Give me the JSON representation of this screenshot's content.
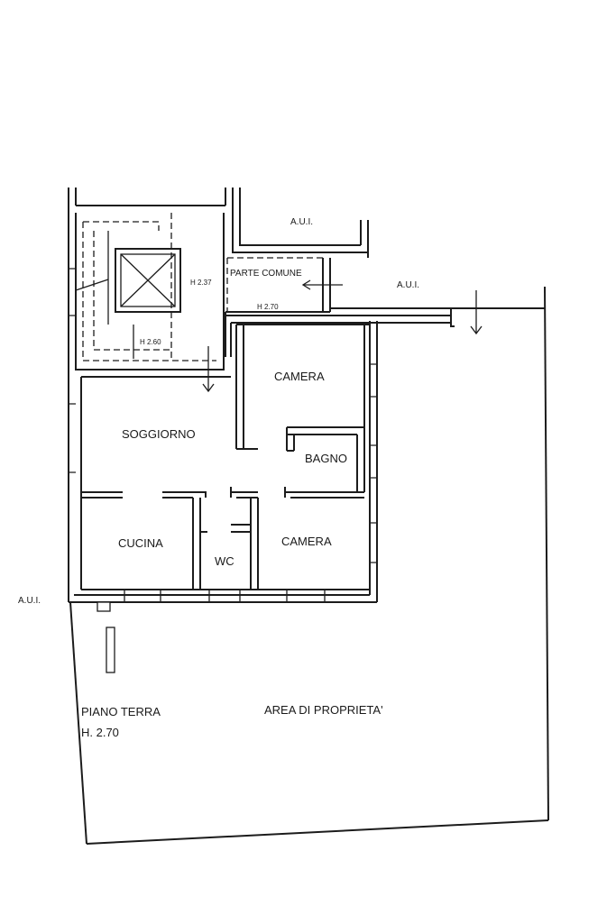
{
  "labels": {
    "aui_top": "A.U.I.",
    "aui_right": "A.U.I.",
    "aui_left": "A.U.I.",
    "parte_comune": "PARTE COMUNE",
    "h_237": "H 2.37",
    "h_270_corridor": "H 2.70",
    "h_260": "H 2.60",
    "camera_top": "CAMERA",
    "soggiorno": "SOGGIORNO",
    "bagno": "BAGNO",
    "cucina": "CUCINA",
    "wc": "WC",
    "camera_bottom": "CAMERA",
    "piano_terra": "PIANO TERRA",
    "piano_terra_height": "H. 2.70",
    "area_proprieta": "AREA DI PROPRIETA'"
  }
}
